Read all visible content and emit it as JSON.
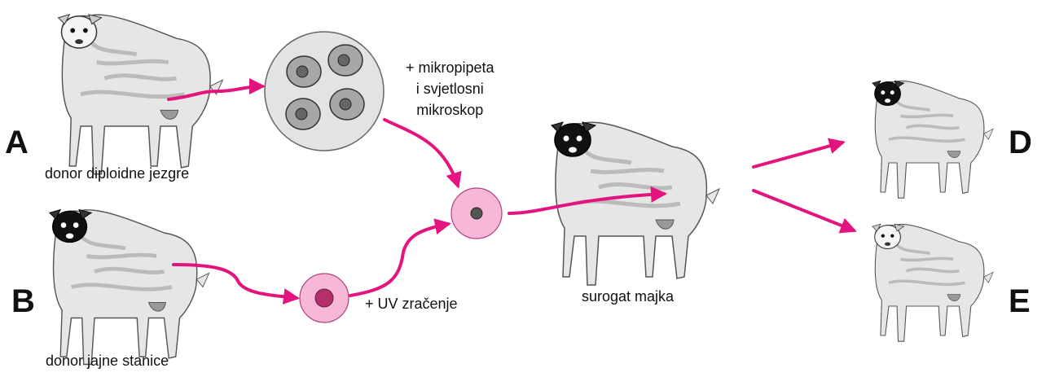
{
  "labels": {
    "A": "A",
    "B": "B",
    "D": "D",
    "E": "E"
  },
  "captions": {
    "donor_nucleus": "donor diploidne jezgre",
    "donor_egg": "donor jajne stanice",
    "surrogate": "surogat majka",
    "uv": "+ UV zračenje",
    "micropipette_lines": [
      "+ mikropipeta",
      "i svjetlosni",
      "mikroskop"
    ]
  },
  "colors": {
    "arrow": "#e4147f",
    "wool": "#e6e6e6",
    "wool_stroke": "#555555",
    "dish": "#e3e3e3",
    "cell_pink": "#f6b8d6",
    "nucleus_dark": "#b3306b",
    "face_black": "#111111"
  },
  "icons": {
    "sheep": "sheep-icon",
    "dish": "petri-dish-icon",
    "cell": "cell-icon"
  }
}
